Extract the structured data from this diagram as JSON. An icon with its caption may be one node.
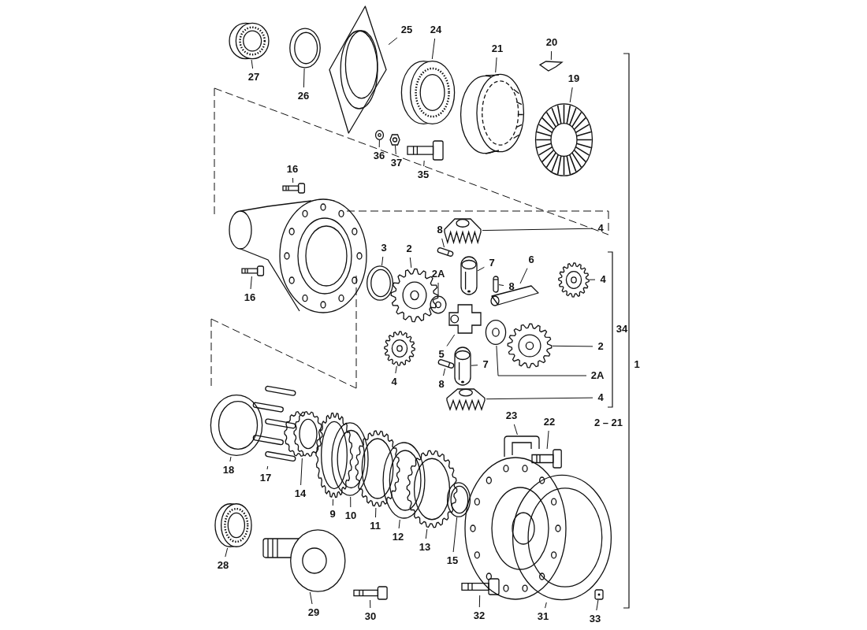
{
  "diagram": {
    "nodes": [
      {
        "text": [
          "27"
        ]
      },
      {
        "text": [],
        "shape": "picture"
      },
      {
        "text": [
          "26"
        ]
      },
      {
        "text": [],
        "shape": "picture"
      },
      {
        "text": [
          "25"
        ]
      },
      {
        "text": [],
        "shape": "picture"
      },
      {
        "text": [
          "24"
        ]
      },
      {
        "text": [],
        "shape": "picture"
      },
      {
        "text": [
          "21"
        ]
      },
      {
        "text": [],
        "shape": "picture"
      },
      {
        "text": [
          "20"
        ]
      },
      {
        "text": [],
        "shape": "picture"
      },
      {
        "text": [
          "19"
        ]
      },
      {
        "text": [],
        "shape": "picture"
      },
      {
        "text": [
          "36"
        ]
      },
      {
        "text": [],
        "shape": "picture"
      },
      {
        "text": [
          "37"
        ]
      },
      {
        "text": [],
        "shape": "picture"
      },
      {
        "text": [
          "35"
        ]
      },
      {
        "text": [],
        "shape": "picture"
      },
      {
        "text": [
          "16"
        ]
      },
      {
        "text": [],
        "shape": "picture"
      },
      {
        "text": [
          "16"
        ]
      },
      {
        "text": [],
        "shape": "picture"
      },
      {
        "text": [
          "8"
        ]
      },
      {
        "text": [],
        "shape": "picture"
      },
      {
        "text": [
          "4"
        ]
      },
      {
        "text": [],
        "shape": "picture"
      },
      {
        "text": [
          "3"
        ]
      },
      {
        "text": [],
        "shape": "picture"
      },
      {
        "text": [
          "2"
        ]
      },
      {
        "text": [],
        "shape": "picture"
      },
      {
        "text": [
          "2A"
        ]
      },
      {
        "text": [],
        "shape": "picture"
      },
      {
        "text": [
          "7"
        ]
      },
      {
        "text": [],
        "shape": "picture"
      },
      {
        "text": [
          "6"
        ]
      },
      {
        "text": [],
        "shape": "picture"
      },
      {
        "text": [
          "8"
        ]
      },
      {
        "text": [],
        "shape": "picture"
      },
      {
        "text": [
          "4"
        ]
      },
      {
        "text": [],
        "shape": "picture"
      },
      {
        "text": [
          "5"
        ]
      },
      {
        "text": [],
        "shape": "picture"
      },
      {
        "text": [
          "4"
        ]
      },
      {
        "text": [],
        "shape": "picture"
      },
      {
        "text": [
          "2"
        ]
      },
      {
        "text": [],
        "shape": "picture"
      },
      {
        "text": [
          "2A"
        ]
      },
      {
        "text": [],
        "shape": "picture"
      },
      {
        "text": [
          "8"
        ]
      },
      {
        "text": [],
        "shape": "picture"
      },
      {
        "text": [
          "7"
        ]
      },
      {
        "text": [],
        "shape": "picture"
      },
      {
        "text": [
          "4"
        ]
      },
      {
        "text": [],
        "shape": "picture"
      },
      {
        "text": [
          "18"
        ]
      },
      {
        "text": [],
        "shape": "picture"
      },
      {
        "text": [
          "17"
        ]
      },
      {
        "text": [],
        "shape": "picture"
      },
      {
        "text": [
          "14"
        ]
      },
      {
        "text": [],
        "shape": "picture"
      },
      {
        "text": [
          "9"
        ]
      },
      {
        "text": [],
        "shape": "picture"
      },
      {
        "text": [
          "10"
        ]
      },
      {
        "text": [],
        "shape": "picture"
      },
      {
        "text": [
          "11"
        ]
      },
      {
        "text": [],
        "shape": "picture"
      },
      {
        "text": [
          "12"
        ]
      },
      {
        "text": [],
        "shape": "picture"
      },
      {
        "text": [
          "13"
        ]
      },
      {
        "text": [],
        "shape": "picture"
      },
      {
        "text": [
          "15"
        ]
      },
      {
        "text": [],
        "shape": "picture"
      },
      {
        "text": [
          "23"
        ]
      },
      {
        "text": [],
        "shape": "picture"
      },
      {
        "text": [
          "22"
        ]
      },
      {
        "text": [],
        "shape": "picture"
      },
      {
        "text": [
          "31"
        ]
      },
      {
        "text": [],
        "shape": "picture"
      },
      {
        "text": [
          "33"
        ]
      },
      {
        "text": [],
        "shape": "picture"
      },
      {
        "text": [
          "32"
        ]
      },
      {
        "text": [],
        "shape": "picture"
      },
      {
        "text": [
          "28"
        ]
      },
      {
        "text": [],
        "shape": "picture"
      },
      {
        "text": [
          "29"
        ]
      },
      {
        "text": [],
        "shape": "picture"
      },
      {
        "text": [
          "30"
        ]
      },
      {
        "text": [],
        "shape": "picture"
      }
    ],
    "edges": [
      {
        "from": 0,
        "to": 1,
        "arrow": "none"
      },
      {
        "from": 2,
        "to": 3,
        "arrow": "none"
      },
      {
        "from": 4,
        "to": 5,
        "arrow": "none"
      },
      {
        "from": 6,
        "to": 7,
        "arrow": "none"
      },
      {
        "from": 8,
        "to": 9,
        "arrow": "none"
      },
      {
        "from": 10,
        "to": 11,
        "arrow": "none"
      },
      {
        "from": 12,
        "to": 13,
        "arrow": "none"
      },
      {
        "from": 14,
        "to": 15,
        "arrow": "none"
      },
      {
        "from": 16,
        "to": 17,
        "arrow": "none"
      },
      {
        "from": 18,
        "to": 19,
        "arrow": "none"
      },
      {
        "from": 20,
        "to": 21,
        "arrow": "none"
      },
      {
        "from": 22,
        "to": 23,
        "arrow": "none"
      },
      {
        "from": 24,
        "to": 25,
        "arrow": "none"
      },
      {
        "from": 26,
        "to": 27,
        "arrow": "none"
      },
      {
        "from": 28,
        "to": 29,
        "arrow": "none"
      },
      {
        "from": 30,
        "to": 31,
        "arrow": "none"
      },
      {
        "from": 32,
        "to": 33,
        "arrow": "none"
      },
      {
        "from": 34,
        "to": 35,
        "arrow": "none"
      },
      {
        "from": 36,
        "to": 37,
        "arrow": "none"
      },
      {
        "from": 38,
        "to": 39,
        "arrow": "none"
      },
      {
        "from": 40,
        "to": 41,
        "arrow": "none"
      },
      {
        "from": 42,
        "to": 43,
        "arrow": "none"
      },
      {
        "from": 44,
        "to": 45,
        "arrow": "none"
      },
      {
        "from": 46,
        "to": 47,
        "arrow": "none"
      },
      {
        "from": 48,
        "to": 49,
        "arrow": "none"
      },
      {
        "from": 50,
        "to": 51,
        "arrow": "none"
      },
      {
        "from": 52,
        "to": 53,
        "arrow": "none"
      },
      {
        "from": 54,
        "to": 55,
        "arrow": "none"
      },
      {
        "from": 56,
        "to": 57,
        "arrow": "none"
      },
      {
        "from": 58,
        "to": 59,
        "arrow": "none"
      },
      {
        "from": 60,
        "to": 61,
        "arrow": "none"
      },
      {
        "from": 62,
        "to": 63,
        "arrow": "none"
      },
      {
        "from": 64,
        "to": 65,
        "arrow": "none"
      },
      {
        "from": 66,
        "to": 67,
        "arrow": "none"
      },
      {
        "from": 68,
        "to": 69,
        "arrow": "none"
      },
      {
        "from": 70,
        "to": 71,
        "arrow": "none"
      },
      {
        "from": 72,
        "to": 73,
        "arrow": "none"
      },
      {
        "from": 74,
        "to": 75,
        "arrow": "none"
      },
      {
        "from": 76,
        "to": 77,
        "arrow": "none"
      },
      {
        "from": 78,
        "to": 79,
        "arrow": "none"
      },
      {
        "from": 80,
        "to": 81,
        "arrow": "none"
      },
      {
        "from": 82,
        "to": 83,
        "arrow": "none"
      },
      {
        "from": 84,
        "to": 85,
        "arrow": "none"
      },
      {
        "from": 86,
        "to": 87,
        "arrow": "none"
      },
      {
        "from": 88,
        "to": 89,
        "arrow": "none"
      }
    ],
    "labels": [
      "34",
      "1",
      "2 – 21"
    ]
  }
}
